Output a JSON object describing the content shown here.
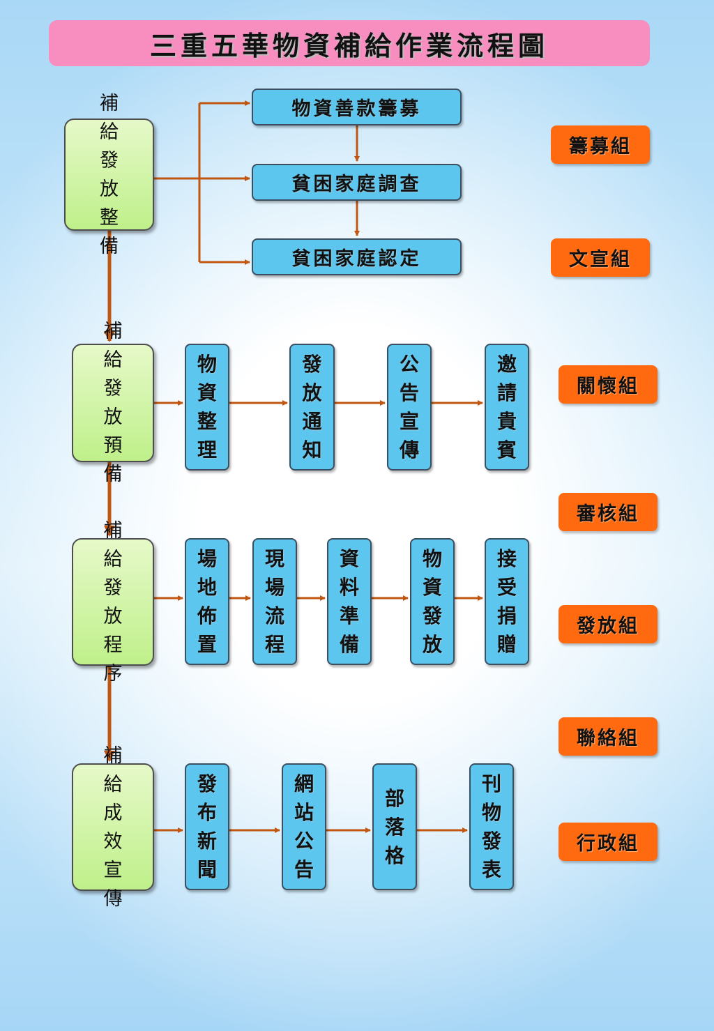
{
  "title": "三重五華物資補給作業流程圖",
  "colors": {
    "title_bg": "#f88ec0",
    "phase_box": "#bff08a",
    "step_box": "#5cc6ef",
    "group_tag": "#ff6a10",
    "arrow": "#c0560f"
  },
  "phases": [
    {
      "label": "補給發放整備",
      "steps": [
        "物資善款籌募",
        "貧困家庭調查",
        "貧困家庭認定"
      ]
    },
    {
      "label": "補給發放預備",
      "steps": [
        "物資整理",
        "發放通知",
        "公告宣傳",
        "邀請貴賓"
      ]
    },
    {
      "label": "補給發放程序",
      "steps": [
        "場地佈置",
        "現場流程",
        "資料準備",
        "物資發放",
        "接受捐贈"
      ]
    },
    {
      "label": "補給成效宣傳",
      "steps": [
        "發布新聞",
        "網站公告",
        "部落格",
        "刊物發表"
      ]
    }
  ],
  "groups": [
    "籌募組",
    "文宣組",
    "關懷組",
    "審核組",
    "發放組",
    "聯絡組",
    "行政組"
  ]
}
